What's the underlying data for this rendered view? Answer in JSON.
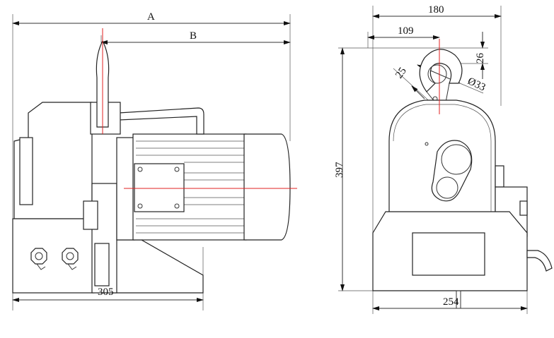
{
  "title": "Hoist dimensional drawing",
  "side_view": {
    "dim_a_label": "A",
    "dim_b_label": "B",
    "width_label": "305"
  },
  "front_view": {
    "width_top_label": "180",
    "hook_offset_label": "109",
    "hook_height_label": "26",
    "hook_throat_label": "25",
    "hook_diameter_label": "Ø33",
    "height_label": "397",
    "base_width_label": "254"
  },
  "colors": {
    "centerline": "#e02020",
    "line": "#222222"
  }
}
